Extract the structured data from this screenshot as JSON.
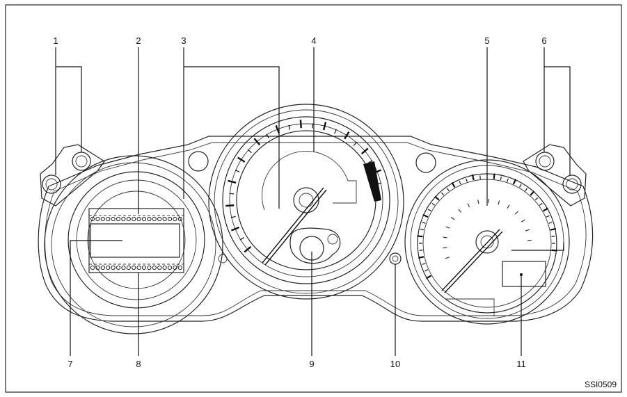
{
  "callouts": [
    {
      "id": 1,
      "label": "1"
    },
    {
      "id": 2,
      "label": "2"
    },
    {
      "id": 3,
      "label": "3"
    },
    {
      "id": 4,
      "label": "4"
    },
    {
      "id": 5,
      "label": "5"
    },
    {
      "id": 6,
      "label": "6"
    },
    {
      "id": 7,
      "label": "7"
    },
    {
      "id": 8,
      "label": "8"
    },
    {
      "id": 9,
      "label": "9"
    },
    {
      "id": 10,
      "label": "10"
    },
    {
      "id": 11,
      "label": "11"
    }
  ],
  "figure_code": "SSI0509"
}
